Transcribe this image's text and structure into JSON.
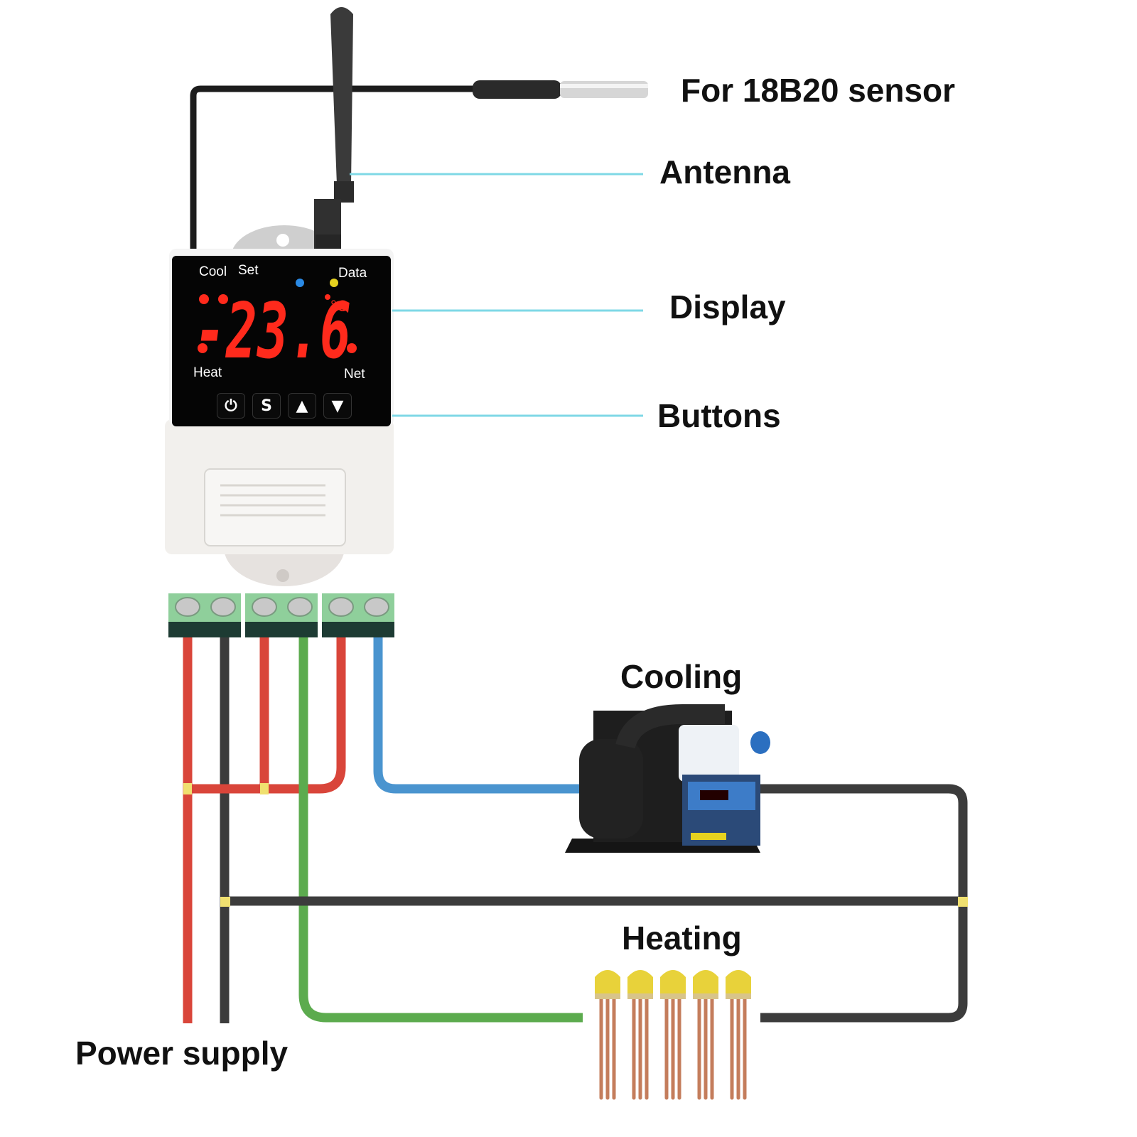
{
  "labels": {
    "sensor": "For 18B20 sensor",
    "antenna": "Antenna",
    "display": "Display",
    "buttons": "Buttons",
    "cooling": "Cooling",
    "heating": "Heating",
    "power_supply": "Power supply"
  },
  "device": {
    "indicator_cool": "Cool",
    "indicator_set": "Set",
    "indicator_data": "Data",
    "indicator_heat": "Heat",
    "indicator_net": "Net",
    "reading": "-23.6",
    "unit": "°C",
    "buttons": [
      {
        "name": "power",
        "glyph": "⏻"
      },
      {
        "name": "set",
        "glyph": "S"
      },
      {
        "name": "up",
        "glyph": "▲"
      },
      {
        "name": "down",
        "glyph": "▼"
      }
    ]
  },
  "colors": {
    "leader_line": "#7fd8e6",
    "wire_red": "#d9453a",
    "wire_black": "#3c3c3c",
    "wire_green": "#5cab4e",
    "wire_blue": "#4a94cf",
    "terminal_green": "#8fcf9b",
    "display_red": "#ff2a1c"
  }
}
